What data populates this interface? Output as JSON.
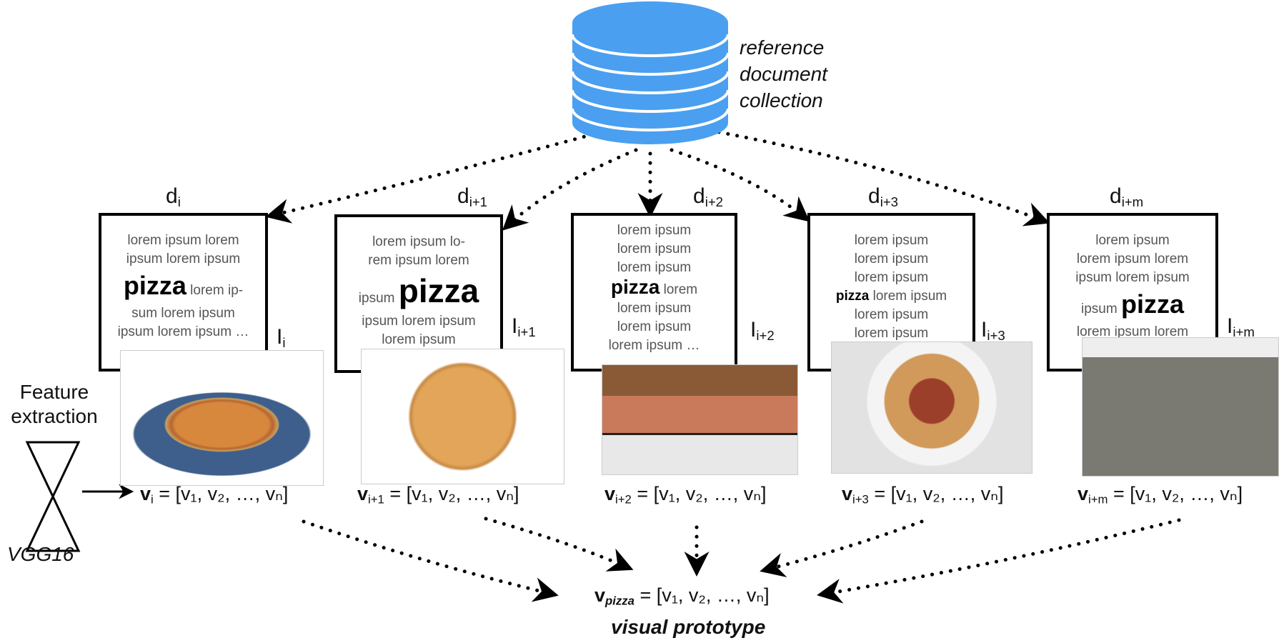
{
  "colors": {
    "database": "#4a9ff0",
    "arrow": "#000000",
    "box_border": "#000000",
    "lorem_text": "#555555"
  },
  "database": {
    "icon": "database-cylinder-icon",
    "label_lines": [
      "reference",
      "document",
      "collection"
    ]
  },
  "feature_extraction": {
    "label_lines": [
      "Feature",
      "extraction"
    ],
    "model": "VGG16",
    "icon": "hourglass-network-icon"
  },
  "documents": [
    {
      "label": "d",
      "sub": "i",
      "image_label": "I",
      "image_sub": "i",
      "image": "pizza on blue stone plate",
      "lines": [
        [
          {
            "t": "lorem ipsum  lorem"
          }
        ],
        [
          {
            "t": "ipsum lorem ipsum"
          }
        ],
        [
          {
            "t": "pizza",
            "big": true
          },
          {
            "t": " lorem ip-"
          }
        ],
        [
          {
            "t": "sum lorem ipsum"
          }
        ],
        [
          {
            "t": "ipsum lorem ipsum …"
          }
        ]
      ],
      "vector": {
        "name": "v",
        "sub": "i",
        "rhs": "= [v₁, v₂, …, vₙ]"
      }
    },
    {
      "label": "d",
      "sub": "i+1",
      "image_label": "I",
      "image_sub": "i+1",
      "image": "pepperoni pizza",
      "lines": [
        [
          {
            "t": "lorem ipsum lo-"
          }
        ],
        [
          {
            "t": "rem ipsum lorem"
          }
        ],
        [
          {
            "t": "ipsum "
          },
          {
            "t": "pizza",
            "huge": true
          }
        ],
        [
          {
            "t": "ipsum lorem ipsum"
          }
        ],
        [
          {
            "t": "lorem ipsum"
          }
        ]
      ],
      "vector": {
        "name": "v",
        "sub": "i+1",
        "rhs": "= [v₁, v₂, …, vₙ]"
      }
    },
    {
      "label": "d",
      "sub": "i+2",
      "image_label": "I",
      "image_sub": "i+2",
      "image": "restaurant interior",
      "lines": [
        [
          {
            "t": "lorem ipsum"
          }
        ],
        [
          {
            "t": "lorem ipsum"
          }
        ],
        [
          {
            "t": "lorem ipsum"
          }
        ],
        [
          {
            "t": "pizza",
            "mid": true
          },
          {
            "t": " lorem"
          }
        ],
        [
          {
            "t": "lorem ipsum"
          }
        ],
        [
          {
            "t": "lorem ipsum"
          }
        ],
        [
          {
            "t": "lorem ipsum …"
          }
        ]
      ],
      "vector": {
        "name": "v",
        "sub": "i+2",
        "rhs": "= [v₁, v₂, …, vₙ]"
      }
    },
    {
      "label": "d",
      "sub": "i+3",
      "image_label": "I",
      "image_sub": "i+3",
      "image": "spaghetti bolognese",
      "lines": [
        [
          {
            "t": "lorem ipsum"
          }
        ],
        [
          {
            "t": "lorem ipsum"
          }
        ],
        [
          {
            "t": "lorem ipsum"
          }
        ],
        [
          {
            "t": "pizza",
            "bold": true
          },
          {
            "t": " lorem ipsum"
          }
        ],
        [
          {
            "t": "lorem ipsum"
          }
        ],
        [
          {
            "t": "lorem ipsum"
          }
        ]
      ],
      "vector": {
        "name": "v",
        "sub": "i+3",
        "rhs": "= [v₁, v₂, …, vₙ]"
      }
    },
    {
      "label": "d",
      "sub": "i+m",
      "image_label": "I",
      "image_sub": "i+m",
      "image": "pizzeria storefront",
      "lines": [
        [
          {
            "t": "lorem ipsum"
          }
        ],
        [
          {
            "t": "lorem ipsum lorem"
          }
        ],
        [
          {
            "t": "ipsum lorem ipsum"
          }
        ],
        [
          {
            "t": "ipsum "
          },
          {
            "t": "pizza",
            "big": true
          }
        ],
        [
          {
            "t": "lorem ipsum lorem"
          }
        ]
      ],
      "vector": {
        "name": "v",
        "sub": "i+m",
        "rhs": "= [v₁, v₂, …, vₙ]"
      }
    }
  ],
  "prototype": {
    "name": "v",
    "sub": "pizza",
    "rhs": "= [v₁, v₂, …, vₙ]",
    "caption": "visual prototype"
  }
}
